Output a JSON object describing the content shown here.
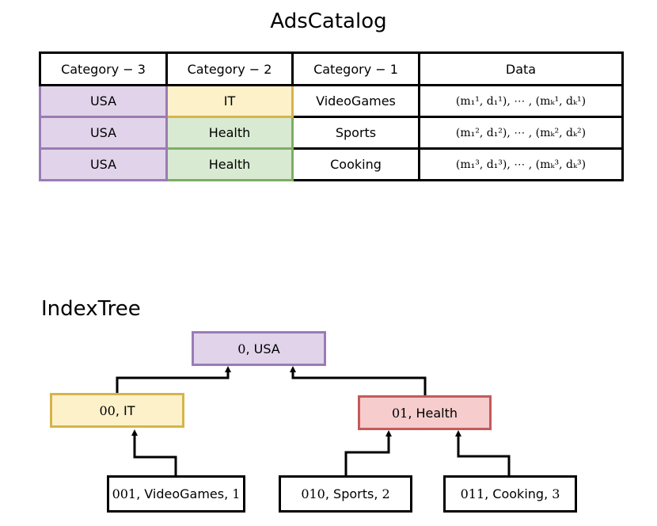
{
  "catalog": {
    "title": "AdsCatalog",
    "headers": [
      "Category − 3",
      "Category − 2",
      "Category − 1",
      "Data"
    ],
    "rows": [
      {
        "cat3": "USA",
        "cat2": "IT",
        "cat1": "VideoGames",
        "data": "(m₁¹, d₁¹), ⋯ , (mₖ¹, dₖ¹)"
      },
      {
        "cat3": "USA",
        "cat2": "Health",
        "cat1": "Sports",
        "data": "(m₁², d₁²), ⋯ , (mₖ², dₖ²)"
      },
      {
        "cat3": "USA",
        "cat2": "Health",
        "cat1": "Cooking",
        "data": "(m₁³, d₁³), ⋯ , (mₖ³, dₖ³)"
      }
    ]
  },
  "tree": {
    "title": "IndexTree",
    "nodes": {
      "root": {
        "code": "0",
        "label": "USA"
      },
      "it": {
        "code": "00",
        "label": "IT"
      },
      "health": {
        "code": "01",
        "label": "Health"
      },
      "videogames": {
        "code": "001",
        "label": "VideoGames",
        "id": "1"
      },
      "sports": {
        "code": "010",
        "label": "Sports",
        "id": "2"
      },
      "cooking": {
        "code": "011",
        "label": "Cooking",
        "id": "3"
      }
    }
  },
  "colors": {
    "purple_fill": "#e1d4ea",
    "purple_border": "#9b7bb5",
    "yellow_fill": "#fdf1c9",
    "yellow_border": "#d6b44b",
    "green_fill": "#d9ead3",
    "green_border": "#7dae62",
    "red_fill": "#f6cccc",
    "red_border": "#c45a5a"
  }
}
